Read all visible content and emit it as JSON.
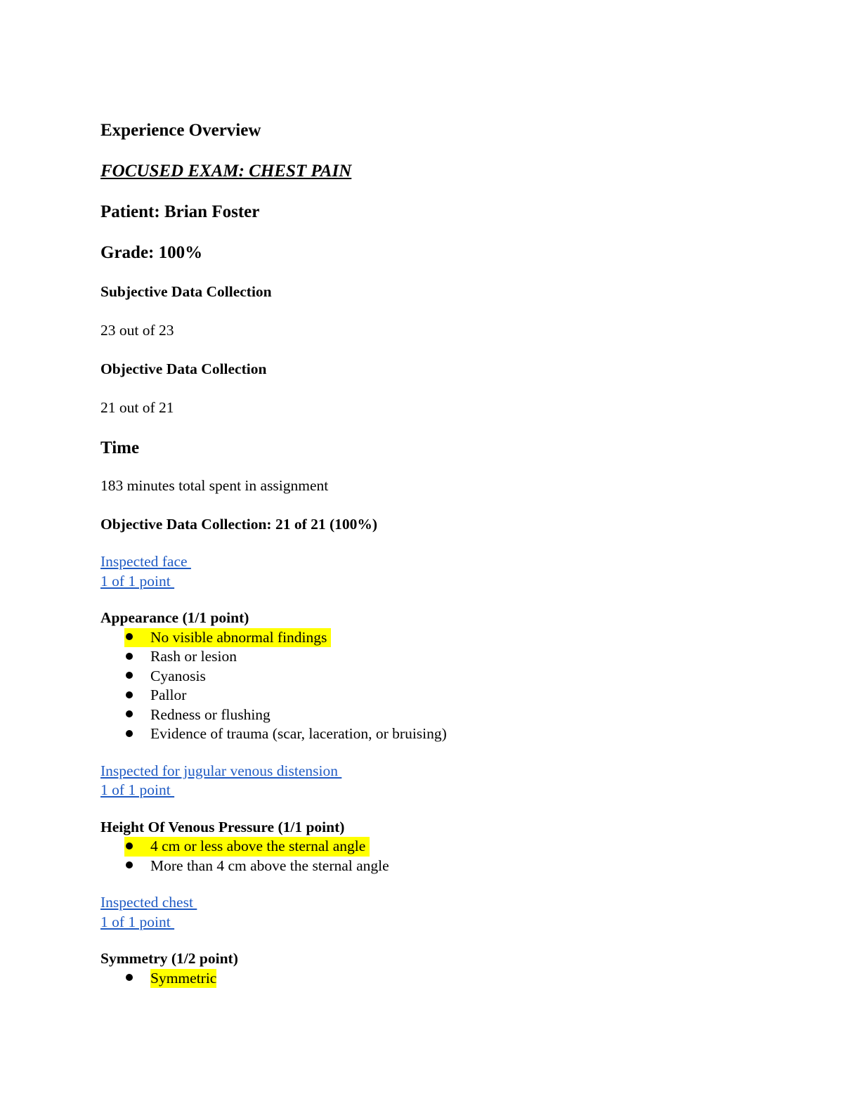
{
  "document": {
    "heading": "Experience Overview",
    "exam_title": "FOCUSED EXAM: CHEST PAIN",
    "patient": "Patient: Brian Foster",
    "grade": "Grade: 100%",
    "subjective_heading": "Subjective Data Collection",
    "subjective_score": "23 out of 23",
    "objective_heading": "Objective Data Collection",
    "objective_score": "21 out of 21",
    "time_heading": "Time",
    "time_text": "183 minutes total spent in assignment",
    "objective_summary": "Objective Data Collection: 21 of 21 (100%)"
  },
  "sections": [
    {
      "link": "Inspected face ",
      "points": "1 of 1 point ",
      "question": "Appearance (1/1 point)",
      "options": [
        {
          "text": "No visible abnormal findings",
          "selected": true
        },
        {
          "text": "Rash or lesion",
          "selected": false
        },
        {
          "text": "Cyanosis",
          "selected": false
        },
        {
          "text": "Pallor",
          "selected": false
        },
        {
          "text": "Redness or flushing",
          "selected": false
        },
        {
          "text": "Evidence of trauma (scar, laceration, or bruising)",
          "selected": false
        }
      ]
    },
    {
      "link": "Inspected for jugular venous distension ",
      "points": "1 of 1 point ",
      "question": "Height Of Venous Pressure (1/1 point)",
      "options": [
        {
          "text": "4 cm or less above the sternal angle",
          "selected": true
        },
        {
          "text": "More than 4 cm above the sternal angle",
          "selected": false
        }
      ]
    },
    {
      "link": "Inspected chest ",
      "points": "1 of 1 point ",
      "question": "Symmetry (1/2 point)",
      "options": [
        {
          "text": "Symmetric",
          "selected": true
        }
      ]
    }
  ],
  "colors": {
    "link": "#1f5bc4",
    "highlight": "#ffff00"
  }
}
